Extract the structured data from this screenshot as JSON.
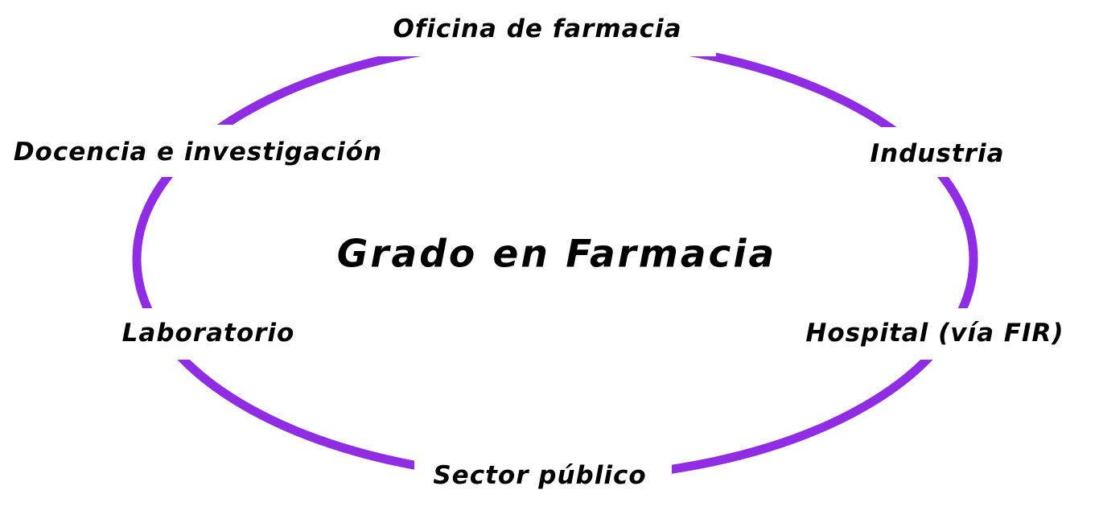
{
  "diagram": {
    "center_title": "Grado en Farmacia",
    "ring_color": "#8f2ce4",
    "text_color": "#000000",
    "nodes": [
      {
        "label": "Oficina de farmacia",
        "position": "top"
      },
      {
        "label": "Industria",
        "position": "right-upper"
      },
      {
        "label": "Hospital (vía FIR)",
        "position": "right-lower"
      },
      {
        "label": "Sector público",
        "position": "bottom"
      },
      {
        "label": "Laboratorio",
        "position": "left-lower"
      },
      {
        "label": "Docencia e investigación",
        "position": "left-upper"
      }
    ]
  }
}
